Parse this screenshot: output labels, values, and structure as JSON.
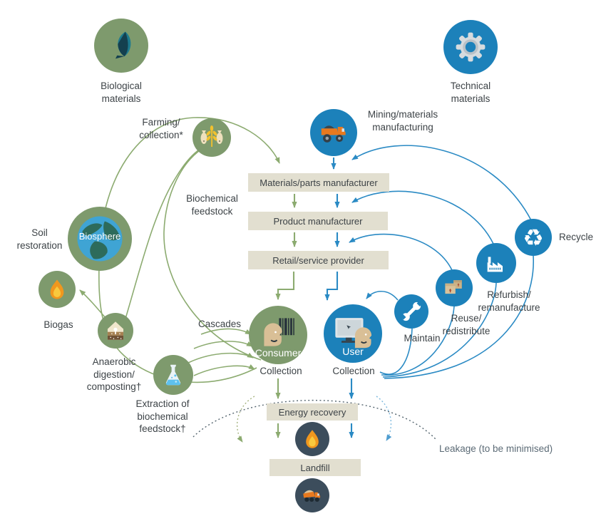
{
  "palette": {
    "sage_green": "#7e9a6d",
    "green_line": "#8cab70",
    "tech_blue": "#1c81ba",
    "blue_line": "#2a8ac4",
    "beige_box": "#e2dfd0",
    "dark_slate": "#3c4d5c",
    "text": "#3d4347",
    "leakage_text": "#5c6b76",
    "orange": "#e8791e",
    "flame_yellow": "#f8c93e"
  },
  "sources": {
    "biological": {
      "label": [
        "Biological",
        "materials"
      ]
    },
    "technical": {
      "label": [
        "Technical",
        "materials"
      ]
    }
  },
  "bio_cycle": {
    "farming": [
      "Farming/",
      "collection*"
    ],
    "biochemical_feedstock": [
      "Biochemical",
      "feedstock"
    ],
    "soil_restoration": [
      "Soil",
      "restoration"
    ],
    "biosphere": "Biosphere",
    "biogas": "Biogas",
    "anaerobic": [
      "Anaerobic",
      "digestion/",
      "composting†"
    ],
    "extraction": [
      "Extraction of",
      "biochemical",
      "feedstock†"
    ],
    "cascades": "Cascades",
    "consumer": "Consumer",
    "collection": "Collection"
  },
  "tech_cycle": {
    "mining": [
      "Mining/materials",
      "manufacturing"
    ],
    "user": "User",
    "collection": "Collection",
    "maintain": "Maintain",
    "reuse": [
      "Reuse/",
      "redistribute"
    ],
    "refurbish": [
      "Refurbish/",
      "remanufacture"
    ],
    "recycle": "Recycle"
  },
  "chain": {
    "materials": "Materials/parts manufacturer",
    "product": "Product manufacturer",
    "retail": "Retail/service provider"
  },
  "waste": {
    "energy": "Energy recovery",
    "landfill": "Landfill",
    "leakage": "Leakage (to be minimised)"
  },
  "icons": {
    "recycle_glyph": "♻",
    "names": [
      "leaf-icon",
      "gear-icon",
      "wheat-fish-icon",
      "dump-truck-icon",
      "globe-icon",
      "flame-icon",
      "compost-icon",
      "flask-icon",
      "consumer-barcode-icon",
      "user-monitor-icon",
      "wrench-icon",
      "boxes-icon",
      "factory-icon",
      "recycle-icon",
      "landfill-truck-icon"
    ]
  }
}
